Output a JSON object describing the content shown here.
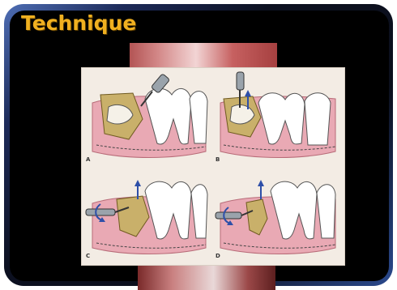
{
  "slide": {
    "title": "Technique"
  },
  "diagram": {
    "panels": [
      {
        "label": "A"
      },
      {
        "label": "B"
      },
      {
        "label": "C"
      },
      {
        "label": "D"
      }
    ]
  },
  "colors": {
    "title": "#f0b020",
    "background": "#000000",
    "gum": "#e9a9b4",
    "bone": "#c9b06a"
  }
}
